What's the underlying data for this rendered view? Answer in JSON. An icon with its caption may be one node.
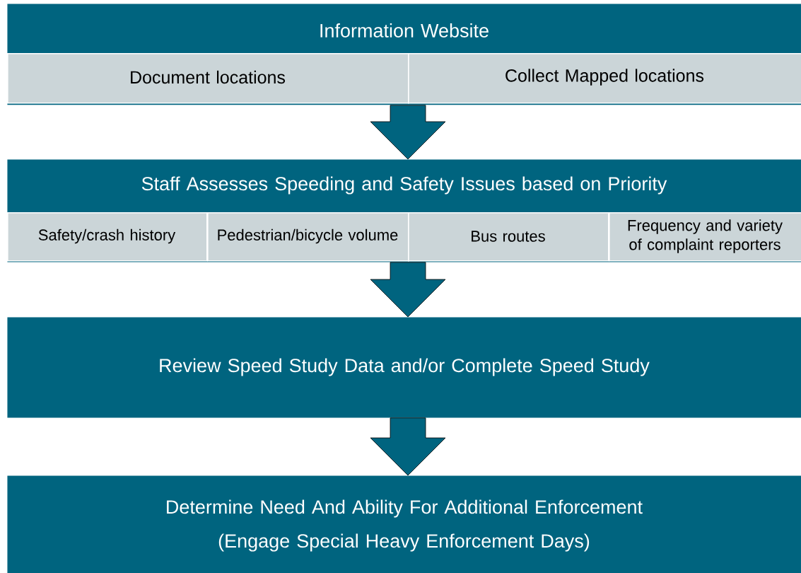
{
  "diagram": {
    "nodes": [
      {
        "text": [
          "Information Website"
        ]
      },
      {
        "text": [
          "Document locations"
        ],
        "in": 0
      },
      {
        "text": [
          "Collect Mapped locations"
        ],
        "in": 0
      },
      {
        "text": [
          "Staff Assesses Speeding and Safety Issues based on Priority"
        ]
      },
      {
        "text": [
          "Safety/crash history"
        ],
        "in": 3
      },
      {
        "text": [
          "Pedestrian/bicycle volume"
        ],
        "in": 3
      },
      {
        "text": [
          "Bus routes"
        ],
        "in": 3
      },
      {
        "text": [
          "Frequency and variety of complaint reporters"
        ],
        "in": 3
      },
      {
        "text": [
          "Review Speed Study Data and/or Complete Speed Study"
        ]
      },
      {
        "text": [
          "Determine Need And Ability For Additional Enforcement",
          "(Engage Special Heavy Enforcement Days)"
        ]
      }
    ],
    "edges": [
      {
        "from": 0,
        "to": 3,
        "arrow": "to"
      },
      {
        "from": 3,
        "to": 8,
        "arrow": "to"
      },
      {
        "from": 8,
        "to": 9,
        "arrow": "to"
      }
    ]
  }
}
